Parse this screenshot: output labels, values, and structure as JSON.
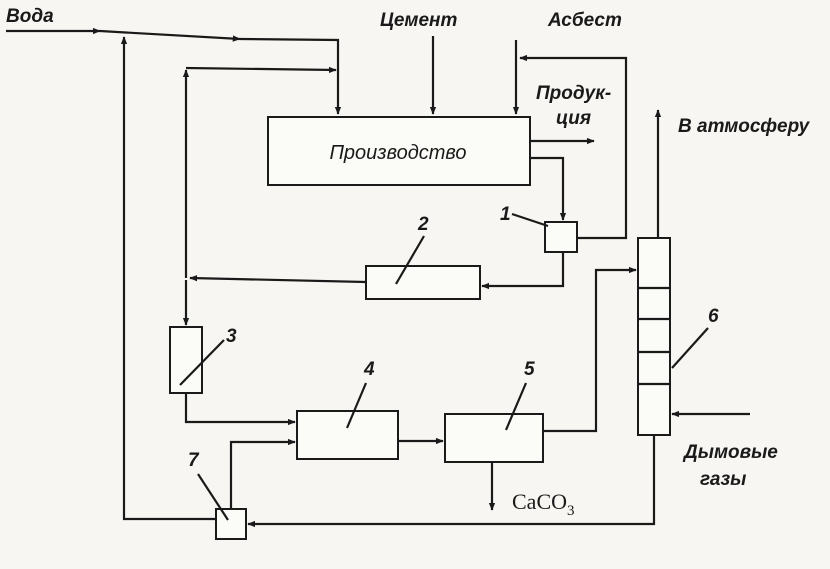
{
  "labels": {
    "water": "Вода",
    "cement": "Цемент",
    "asbestos": "Асбест",
    "product_line1": "Продук-",
    "product_line2": "ция",
    "atmosphere": "В атмосферу",
    "flue_line1": "Дымовые",
    "flue_line2": "газы",
    "caco3_main": "CaCO",
    "caco3_sub": "3"
  },
  "production": {
    "label": "Производство"
  },
  "units": {
    "u1": "1",
    "u2": "2",
    "u3": "3",
    "u4": "4",
    "u5": "5",
    "u6": "6",
    "u7": "7"
  }
}
